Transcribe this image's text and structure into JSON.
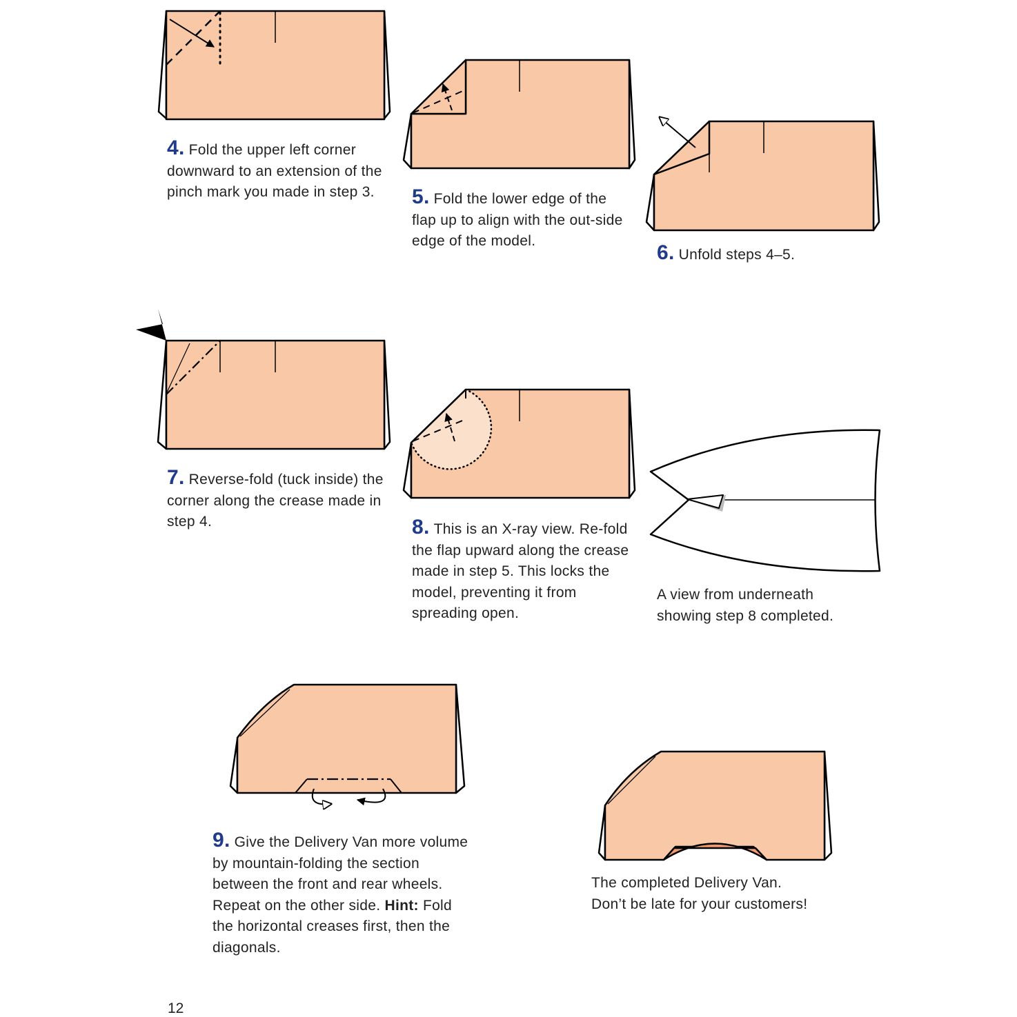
{
  "steps": [
    {
      "number": "4.",
      "text": "Fold the upper left corner downward to an extension of the pinch mark you made in step 3."
    },
    {
      "number": "5.",
      "text": "Fold the lower edge of the flap up to align with the out-side edge of the model."
    },
    {
      "number": "6.",
      "text": "Unfold steps 4–5."
    },
    {
      "number": "7.",
      "text": "Reverse-fold (tuck inside) the corner along the crease made in step 4."
    },
    {
      "number": "8.",
      "text": "This is an X-ray view. Re-fold the flap upward along the crease made in step 5. This locks the model, preventing it from spreading open."
    },
    {
      "number": "9.",
      "text": "Give the Delivery Van more volume by mountain-folding the section between the front and rear wheels. Repeat on the other side.",
      "hint_label": "Hint:",
      "hint_text": "Fold the horizontal creases first, then the diagonals."
    }
  ],
  "underneath_caption": "A view from underneath showing step 8 completed.",
  "completed_caption_line1": "The completed Delivery Van.",
  "completed_caption_line2": "Don’t be late for your customers!",
  "page_number": "12",
  "colors": {
    "paper": "#f9c9a7",
    "paper_light": "#fbe0cc",
    "step_number": "#1f3b8a",
    "underside": "#ee9a6c"
  }
}
